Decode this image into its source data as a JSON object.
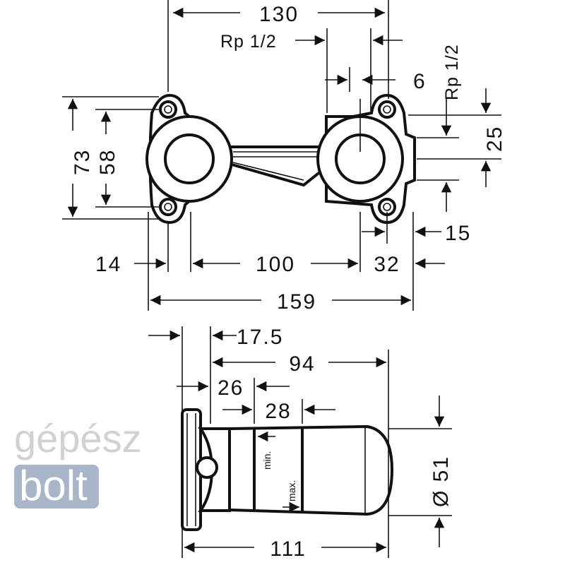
{
  "top_view": {
    "dim_width_total": "130",
    "thread_left": "Rp 1/2",
    "thread_right": "Rp 1/2",
    "dim_gap": "6",
    "dim_height_outer": "73",
    "dim_height_inner": "58",
    "dim_offset_right": "25",
    "dim_right_margin": "15",
    "dim_left_flange": "14",
    "dim_center_distance": "100",
    "dim_right_flange": "32",
    "dim_overall_width": "159"
  },
  "side_view": {
    "dim_plate_offset": "17.5",
    "dim_body_length": "94",
    "dim_min_depth": "26",
    "dim_adjust_range": "28",
    "dim_diameter": "Ø 51",
    "dim_total_depth": "111",
    "label_min": "min.",
    "label_max": "max."
  },
  "watermark": {
    "part1": "gépész",
    "part2": "bolt",
    "badge_color": "#a9b5c9"
  }
}
